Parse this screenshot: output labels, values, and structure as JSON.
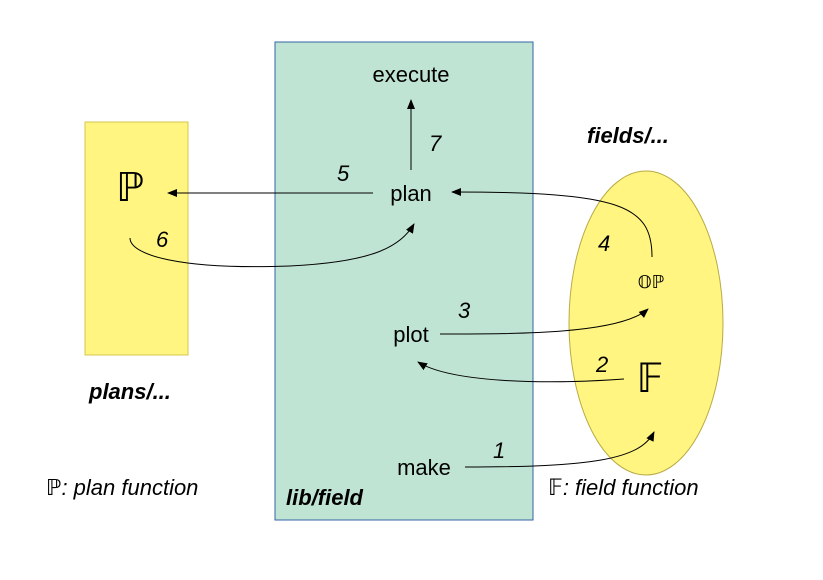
{
  "diagram": {
    "colors": {
      "lib_box_fill": "#c0e4d4",
      "lib_box_stroke": "#3465a4",
      "plans_box_fill": "#fff580",
      "plans_box_stroke": "#d4c64e",
      "fields_ellipse_fill": "#fff580",
      "fields_ellipse_stroke": "#b9aa44"
    },
    "lib": {
      "title": "lib/field",
      "execute": "execute",
      "plan": "plan",
      "plot": "plot",
      "make": "make"
    },
    "plans": {
      "symbol": "ℙ",
      "caption": "plans/..."
    },
    "fields": {
      "caption": "fields/...",
      "op_symbol": "𝕆ℙ",
      "field_symbol": "𝔽"
    },
    "steps": {
      "s1": "1",
      "s2": "2",
      "s3": "3",
      "s4": "4",
      "s5": "5",
      "s6": "6",
      "s7": "7"
    },
    "legend": {
      "plan_symbol": "ℙ",
      "plan_text": ": plan function",
      "field_symbol": "𝔽",
      "field_text": ": field function"
    }
  }
}
